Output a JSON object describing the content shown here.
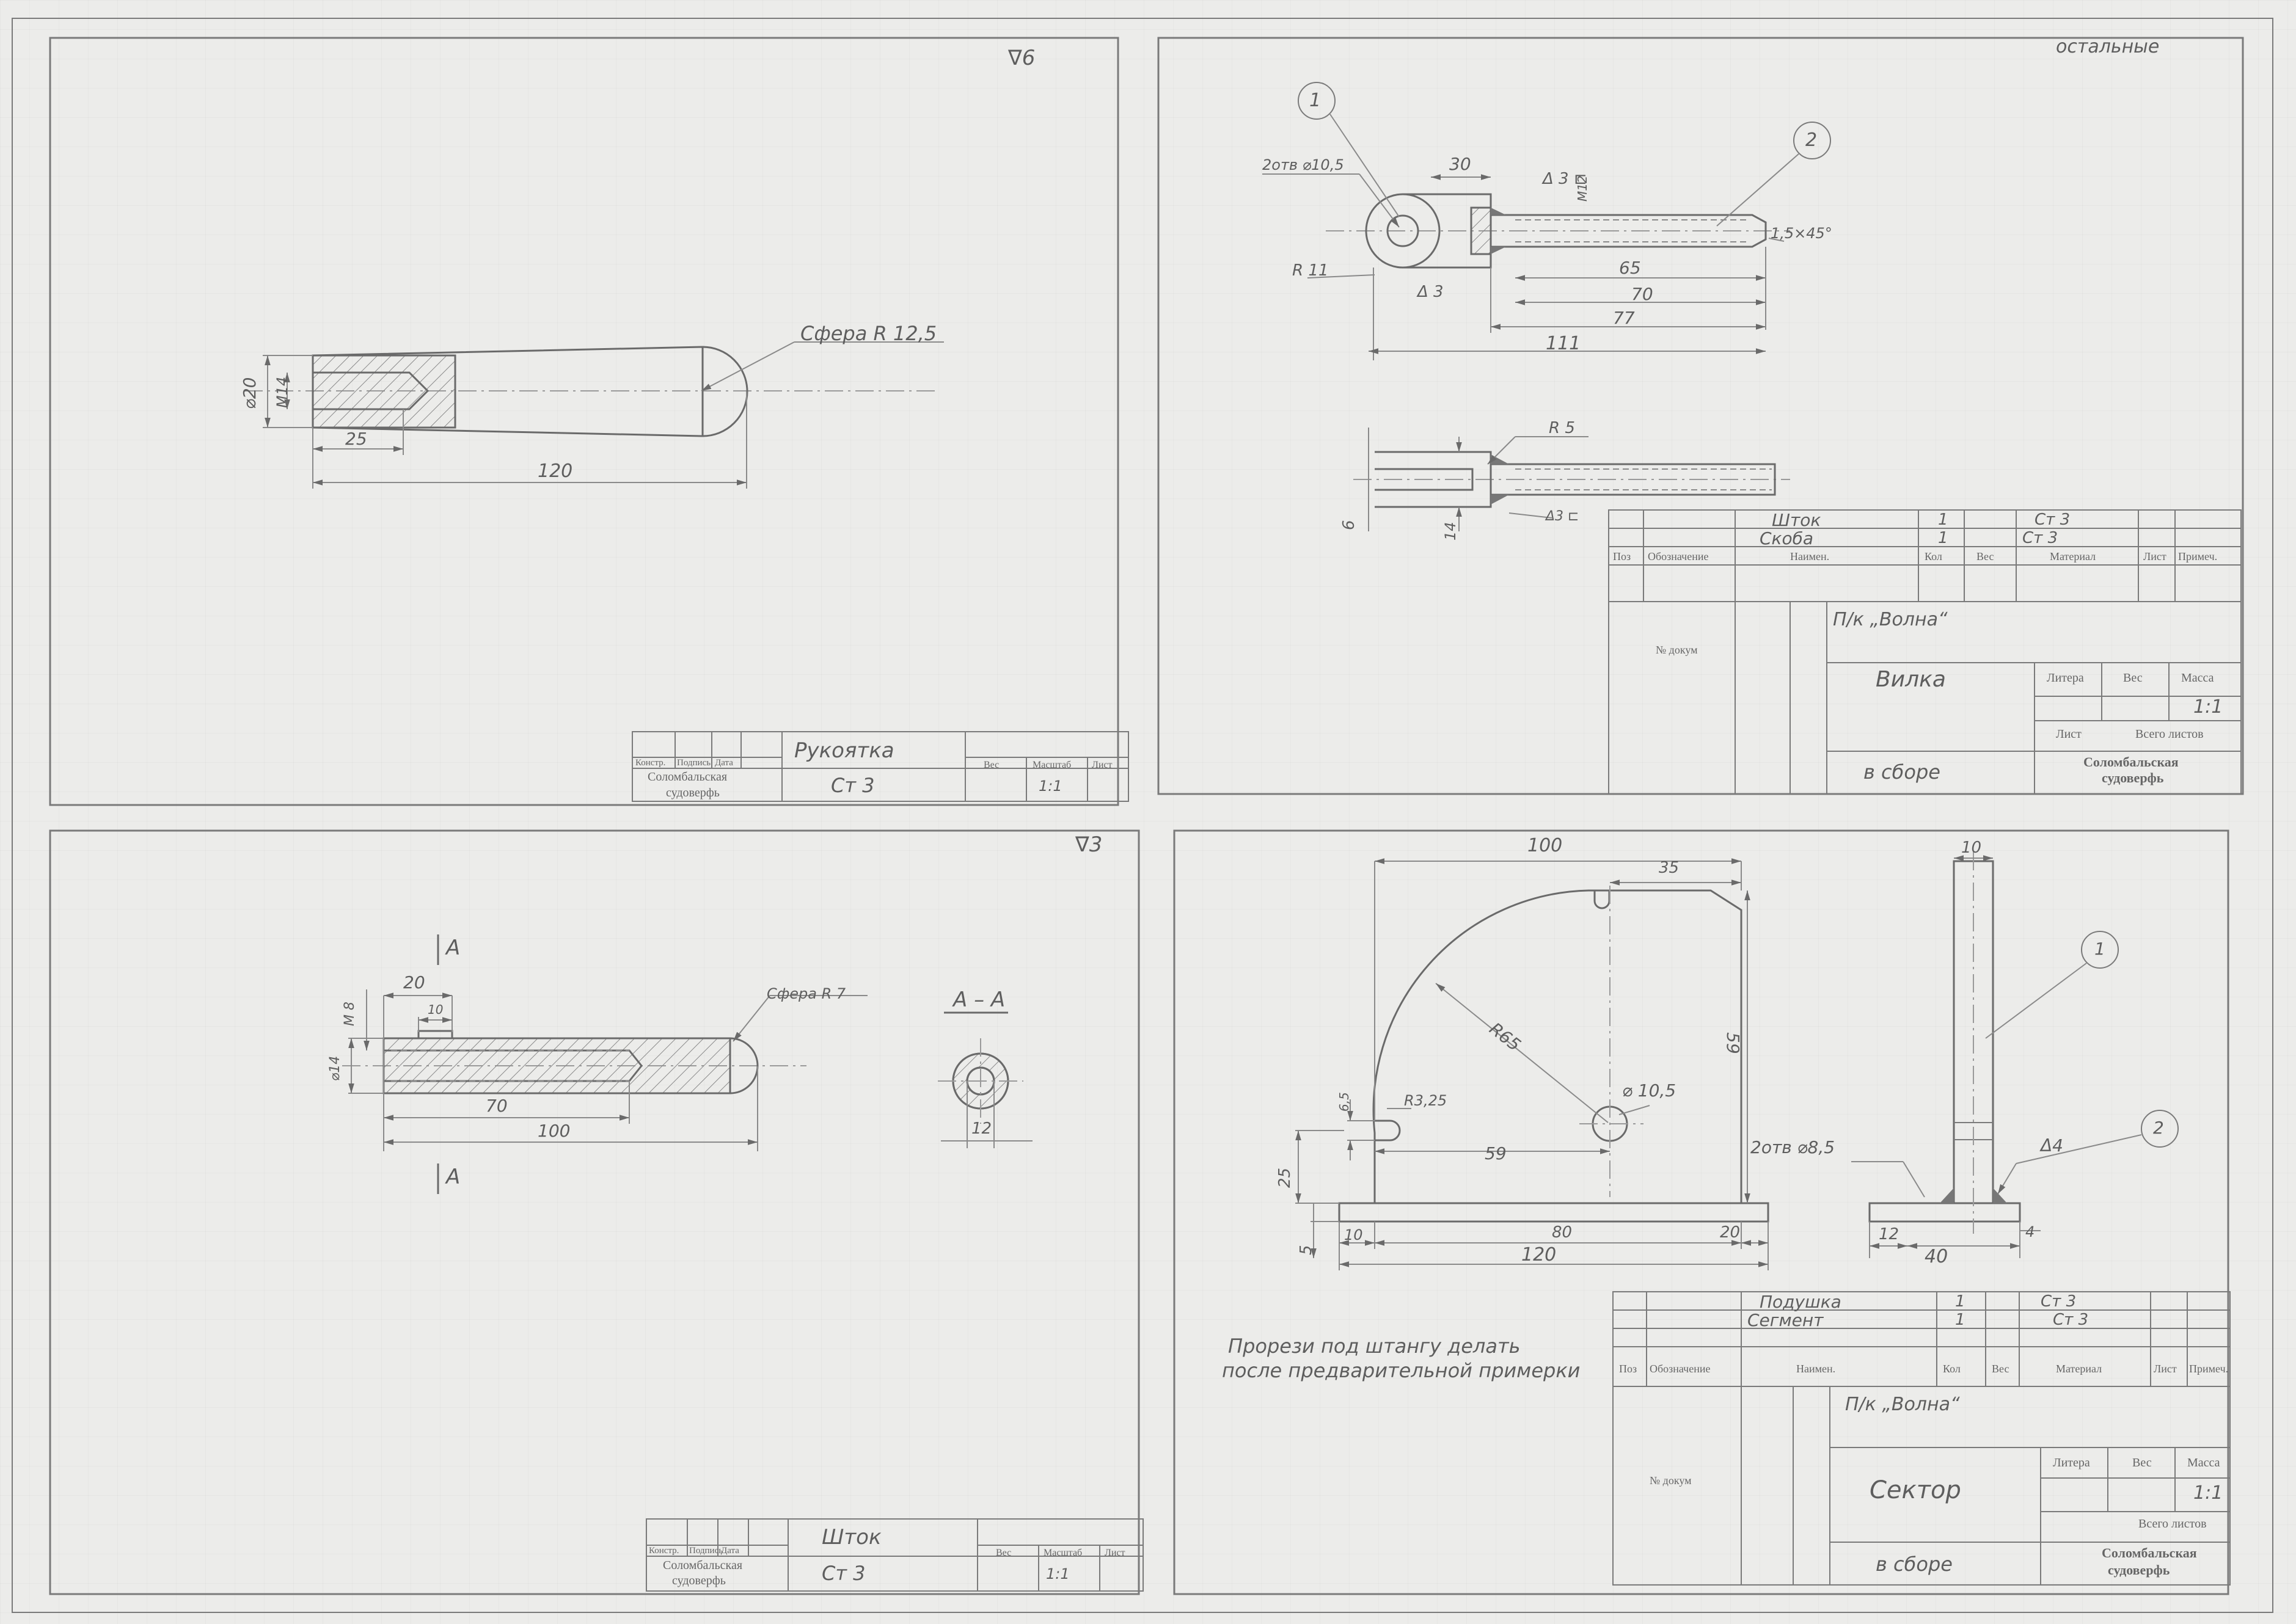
{
  "sheet_marks": {
    "roughness_general": "∇6",
    "roughness_shtok": "∇3",
    "roughness_rest": "остальные"
  },
  "handle": {
    "callout_sphere": "Сфера R 12,5",
    "dim_dia": "⌀20",
    "dim_thread": "М14",
    "dim_depth": "25",
    "dim_len": "120",
    "title": {
      "col_konstr": "Констр.",
      "col_podpis": "Подпись",
      "col_data": "Дата",
      "name": "Рукоятка",
      "material": "Ст 3",
      "org1": "Соломбальская",
      "org2": "судоверфь",
      "ves": "Вес",
      "masshtab": "Масштаб",
      "list": "Лист",
      "scale_val": "1:1"
    }
  },
  "vilka": {
    "balloon1": "1",
    "balloon2": "2",
    "callout_holes": "2отв ⌀10,5",
    "dim_30": "30",
    "dim_r11": "R 11",
    "dim_65": "65",
    "dim_70": "70",
    "dim_77": "77",
    "dim_111": "111",
    "chamfer": "1,5×45°",
    "weld1": "Δ 3 ⊏",
    "weld2": "Δ 3",
    "dim_m12": "М12",
    "dim_r5": "R 5",
    "dim_6": "6",
    "dim_14": "14",
    "weld3": "Δ3 ⊏",
    "bom": [
      {
        "pos": "",
        "name": "Шток",
        "qty": "1",
        "material": "Ст 3"
      },
      {
        "pos": "",
        "name": "Скоба",
        "qty": "1",
        "material": "Ст 3"
      }
    ],
    "bom_header": {
      "pos": "Поз",
      "oboz": "Обозначение",
      "naim": "Наимен.",
      "kol": "Кол",
      "ves": "Вес",
      "mat": "Материал",
      "list": "Лист",
      "prim": "Примеч."
    },
    "vessel": "П/к „Волна“",
    "name": "Вилка",
    "sub": "в сборе",
    "litera": "Литера",
    "ves": "Вес",
    "mass": "Масса",
    "scale": "1:1",
    "list": "Лист",
    "vsego": "Всего листов",
    "org1": "Соломбальская",
    "org2": "судоверфь",
    "doc": "№ докум"
  },
  "shtok": {
    "section_mark_top": "A",
    "section_mark_bot": "A",
    "callout_sphere": "Сфера R 7",
    "dim_m8": "М 8",
    "dim_20": "20",
    "dim_10": "10",
    "dim_14": "⌀14",
    "dim_70": "70",
    "dim_100": "100",
    "section_title": "А – А",
    "section_dim": "12",
    "title": {
      "col_konstr": "Констр.",
      "col_podpis": "Подпись",
      "col_data": "Дата",
      "name": "Шток",
      "material": "Ст 3",
      "org1": "Соломбальская",
      "org2": "судоверфь",
      "ves": "Вес",
      "masshtab": "Масштаб",
      "list": "Лист",
      "scale_val": "1:1"
    }
  },
  "sektor": {
    "dim_100": "100",
    "dim_35": "35",
    "dim_r65": "R65",
    "dim_59v": "59",
    "dim_hole": "⌀ 10,5",
    "dim_r325": "R3,25",
    "dim_65": "6,5",
    "dim_59h": "59",
    "dim_25": "25",
    "dim_5": "5",
    "dim_10l": "10",
    "dim_80": "80",
    "dim_20": "20",
    "dim_120": "120",
    "side_dim_10": "10",
    "balloon1": "1",
    "balloon2": "2",
    "callout_holes": "2отв ⌀8,5",
    "weld": "Δ4",
    "dim_12": "12",
    "dim_40": "40",
    "dim_4": "4",
    "note_line1": "Прорези под штангу делать",
    "note_line2": "после предварительной примерки",
    "bom": [
      {
        "pos": "",
        "name": "Подушка",
        "qty": "1",
        "material": "Ст 3"
      },
      {
        "pos": "",
        "name": "Сегмент",
        "qty": "1",
        "material": "Ст 3"
      }
    ],
    "bom_header": {
      "pos": "Поз",
      "oboz": "Обозначение",
      "naim": "Наимен.",
      "kol": "Кол",
      "ves": "Вес",
      "mat": "Материал",
      "list": "Лист",
      "prim": "Примеч."
    },
    "vessel": "П/к „Волна“",
    "name": "Сектор",
    "sub": "в сборе",
    "litera": "Литера",
    "ves": "Вес",
    "mass": "Масса",
    "scale": "1:1",
    "vsego": "Всего листов",
    "org1": "Соломбальская",
    "org2": "судоверфь",
    "doc": "№ докум"
  }
}
